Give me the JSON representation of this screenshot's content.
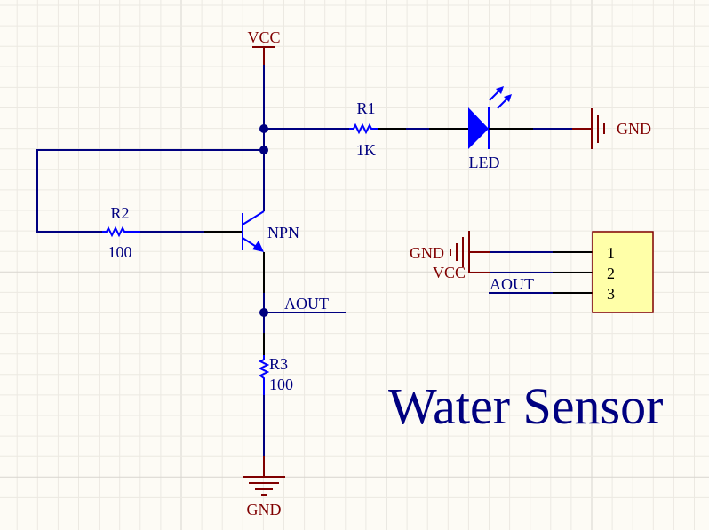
{
  "title": "Water Sensor",
  "colors": {
    "background": "#fdfbf5",
    "grid_minor": "#ece9e2",
    "grid_major": "#d8d5cf",
    "wire": "#000080",
    "component": "#0000ff",
    "power": "#800000",
    "pin": "#000000",
    "connector_fill": "#ffffa8",
    "connector_border": "#800000",
    "junction": "#000080"
  },
  "power_ports": {
    "vcc_top": "VCC",
    "gnd_led": "GND",
    "gnd_bottom": "GND",
    "gnd_connector": "GND",
    "vcc_connector": "VCC"
  },
  "components": {
    "r1": {
      "designator": "R1",
      "value": "1K"
    },
    "r2": {
      "designator": "R2",
      "value": "100"
    },
    "r3": {
      "designator": "R3",
      "value": "100"
    },
    "led": {
      "designator": "LED"
    },
    "transistor": {
      "designator": "NPN"
    },
    "connector": {
      "pins": [
        "1",
        "2",
        "3"
      ]
    }
  },
  "nets": {
    "aout_main": "AOUT",
    "aout_connector": "AOUT"
  }
}
